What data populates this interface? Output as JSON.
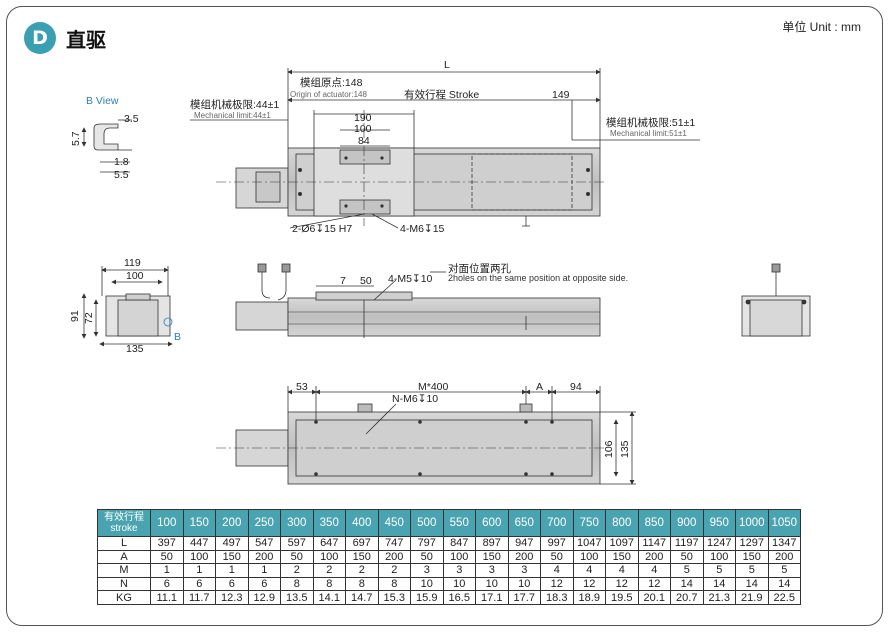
{
  "header": {
    "badge": "D",
    "title": "直驱",
    "unit": "单位 Unit : mm"
  },
  "labels": {
    "b_view": "B  View",
    "L": "L",
    "origin_cn": "模组原点:148",
    "origin_en": "Origin of actuator:148",
    "stroke": "有效行程  Stroke",
    "d149": "149",
    "mech_left_cn": "模组机械极限:44±1",
    "mech_left_en": "Mechanical limit:44±1",
    "mech_right_cn": "模组机械极限:51±1",
    "mech_right_en": "Mechanical limit:51±1",
    "d190": "190",
    "d100": "100",
    "d84": "84",
    "hole_left": "2-Ø6↧15 H7",
    "hole_right": "4-M6↧15",
    "d3_5": "3.5",
    "d5_7": "5.7",
    "d1_8": "1.8",
    "d5_5": "5.5",
    "d119": "119",
    "d100b": "100",
    "d91": "91",
    "d72": "72",
    "d135": "135",
    "b": "B",
    "d7": "7",
    "d50": "50",
    "m5": "4-M5↧10",
    "opp_cn": "对面位置两孔",
    "opp_en": "2holes on the same position at opposite side.",
    "d53": "53",
    "m400": "M*400",
    "a": "A",
    "d94": "94",
    "nm6": "N-M6↧10",
    "d106": "106",
    "d135b": "135"
  },
  "table": {
    "header_label": "有效行程\nstroke",
    "strokes": [
      "100",
      "150",
      "200",
      "250",
      "300",
      "350",
      "400",
      "450",
      "500",
      "550",
      "600",
      "650",
      "700",
      "750",
      "800",
      "850",
      "900",
      "950",
      "1000",
      "1050"
    ],
    "rows": [
      {
        "label": "L",
        "values": [
          "397",
          "447",
          "497",
          "547",
          "597",
          "647",
          "697",
          "747",
          "797",
          "847",
          "897",
          "947",
          "997",
          "1047",
          "1097",
          "1147",
          "1197",
          "1247",
          "1297",
          "1347"
        ]
      },
      {
        "label": "A",
        "values": [
          "50",
          "100",
          "150",
          "200",
          "50",
          "100",
          "150",
          "200",
          "50",
          "100",
          "150",
          "200",
          "50",
          "100",
          "150",
          "200",
          "50",
          "100",
          "150",
          "200"
        ]
      },
      {
        "label": "M",
        "values": [
          "1",
          "1",
          "1",
          "1",
          "2",
          "2",
          "2",
          "2",
          "3",
          "3",
          "3",
          "3",
          "4",
          "4",
          "4",
          "4",
          "5",
          "5",
          "5",
          "5"
        ]
      },
      {
        "label": "N",
        "values": [
          "6",
          "6",
          "6",
          "6",
          "8",
          "8",
          "8",
          "8",
          "10",
          "10",
          "10",
          "10",
          "12",
          "12",
          "12",
          "12",
          "14",
          "14",
          "14",
          "14"
        ]
      },
      {
        "label": "KG",
        "values": [
          "11.1",
          "11.7",
          "12.3",
          "12.9",
          "13.5",
          "14.1",
          "14.7",
          "15.3",
          "15.9",
          "16.5",
          "17.1",
          "17.7",
          "18.3",
          "18.9",
          "19.5",
          "20.1",
          "20.7",
          "21.3",
          "21.9",
          "22.5"
        ]
      }
    ]
  }
}
